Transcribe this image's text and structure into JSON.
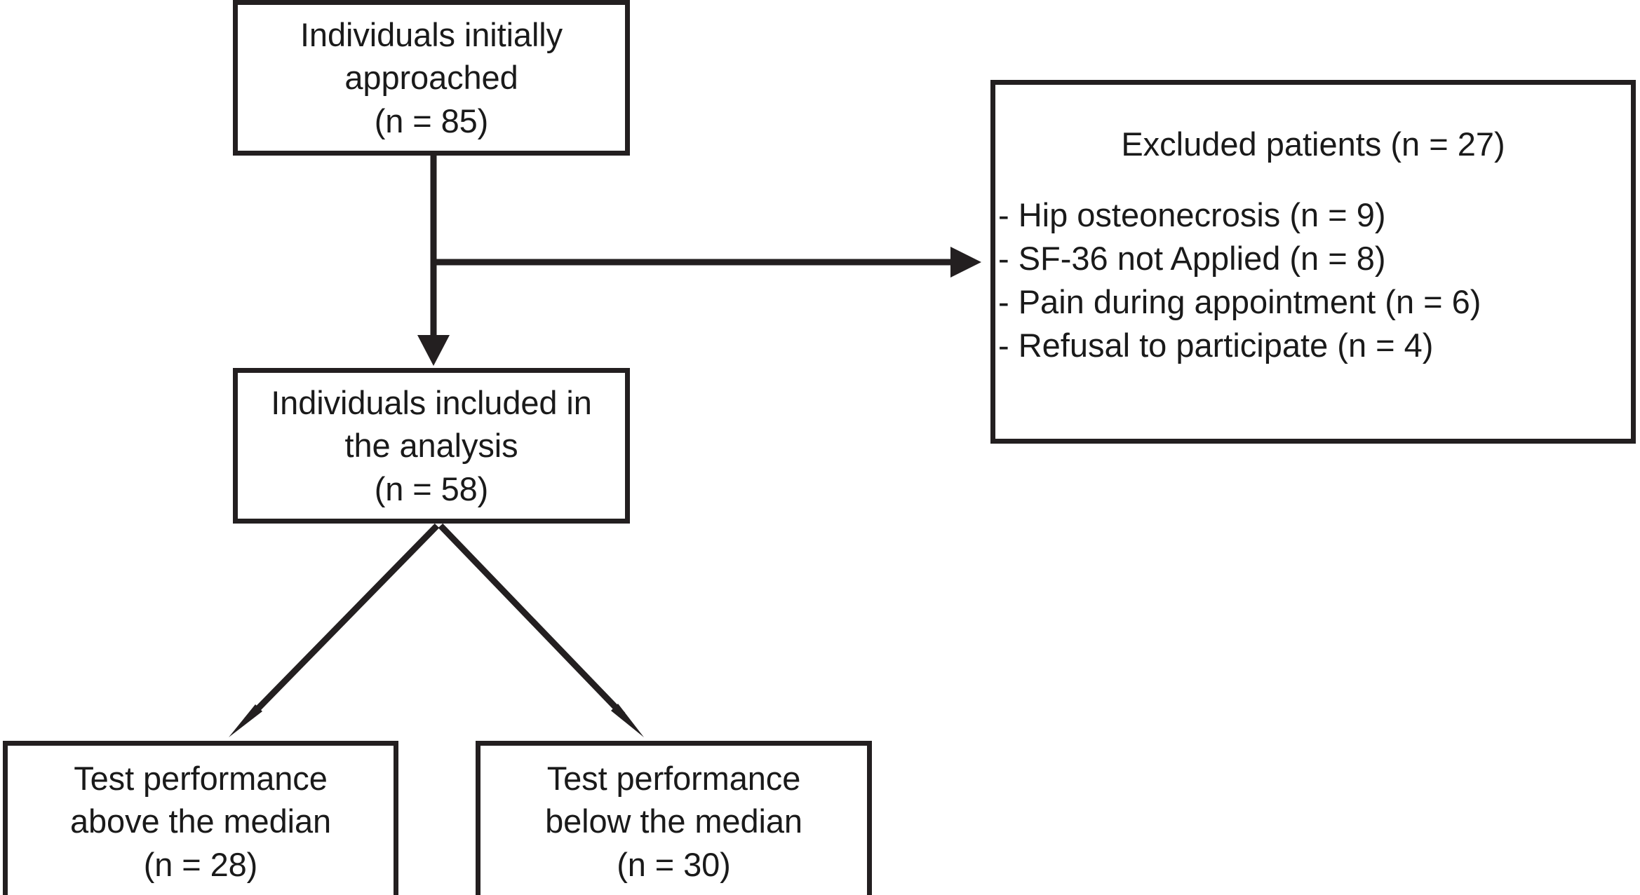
{
  "figure": {
    "type": "flowchart",
    "orientation": "top-down",
    "boxes": {
      "approached": {
        "lines": [
          "Individuals initially",
          "approached",
          "(n = 85)"
        ]
      },
      "included": {
        "lines": [
          "Individuals included in",
          "the analysis",
          "(n = 58)"
        ]
      },
      "above_median": {
        "lines": [
          "Test performance",
          "above the median",
          "(n = 28)"
        ]
      },
      "below_median": {
        "lines": [
          "Test performance",
          "below the median",
          "(n = 30)"
        ]
      },
      "excluded": {
        "title": "Excluded patients (n = 27)",
        "reasons": [
          "- Hip osteonecrosis (n = 9)",
          "- SF-36 not Applied (n = 8)",
          "- Pain during appointment (n = 6)",
          "- Refusal to participate (n = 4)"
        ]
      }
    },
    "connectors": [
      {
        "name": "approached-to-included",
        "style": "vertical-arrow"
      },
      {
        "name": "approached-to-excluded",
        "style": "horizontal-arrow"
      },
      {
        "name": "included-to-above-median",
        "style": "diagonal-arrow-left"
      },
      {
        "name": "included-to-below-median",
        "style": "diagonal-arrow-right"
      }
    ],
    "colors": {
      "stroke": "#231f20",
      "text": "#1a1a1a",
      "background": "#ffffff"
    }
  }
}
